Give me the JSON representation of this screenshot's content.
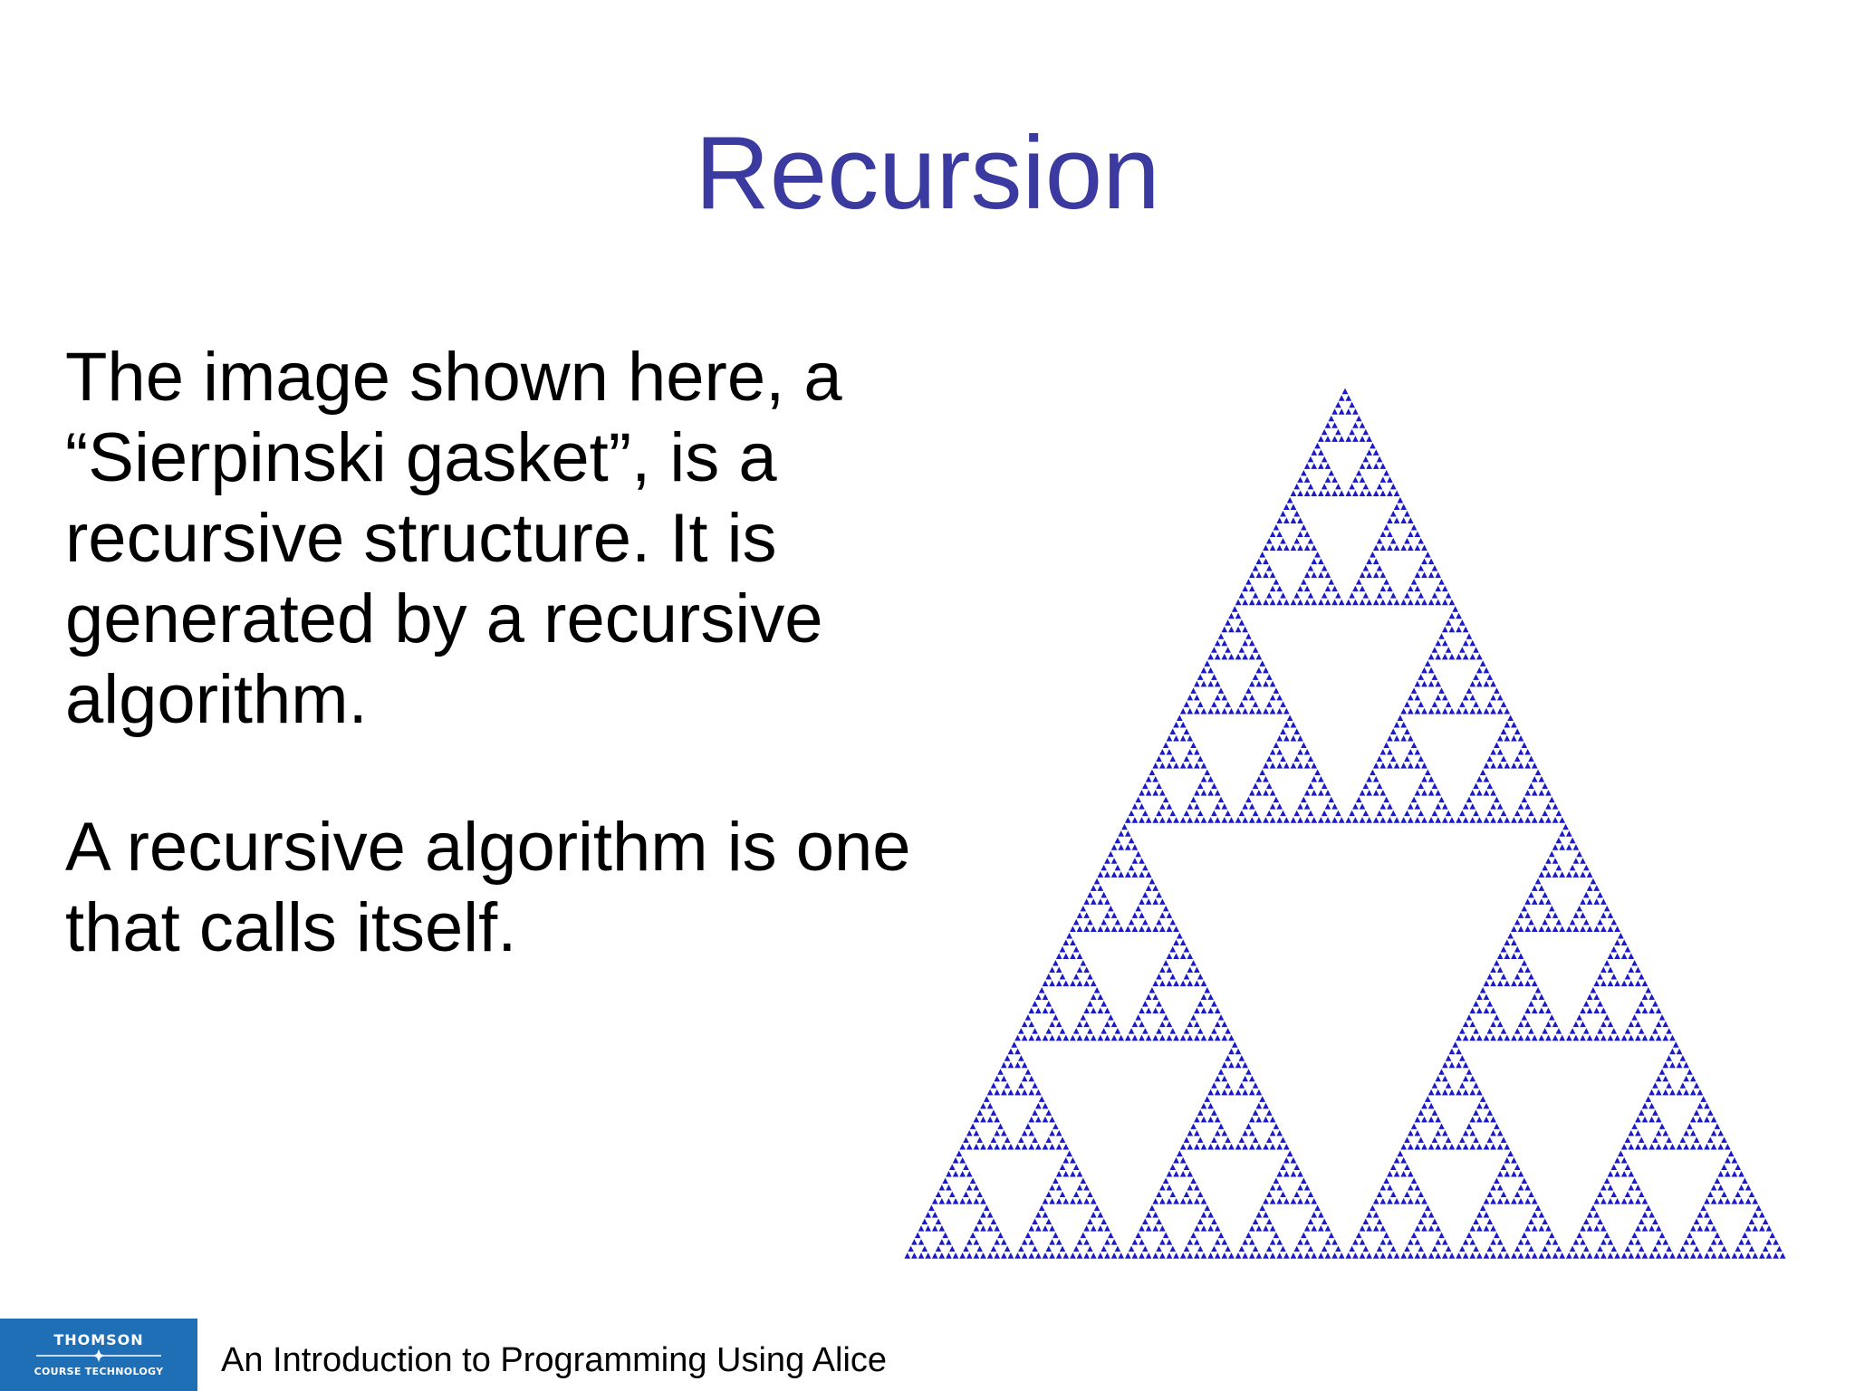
{
  "slide": {
    "title": "Recursion",
    "paragraphs": [
      "The image shown here, a “Sierpinski gasket”, is a recursive structure.  It is generated by a recursive algorithm.",
      "A recursive algorithm is one that calls itself."
    ]
  },
  "figure": {
    "fill_color": "#1a1ac8",
    "recursion_depth": 7
  },
  "footer": {
    "text": "An Introduction to Programming Using Alice",
    "logo_line1": "THOMSON",
    "logo_line2": "COURSE TECHNOLOGY",
    "logo_color": "#1f6fb7"
  }
}
